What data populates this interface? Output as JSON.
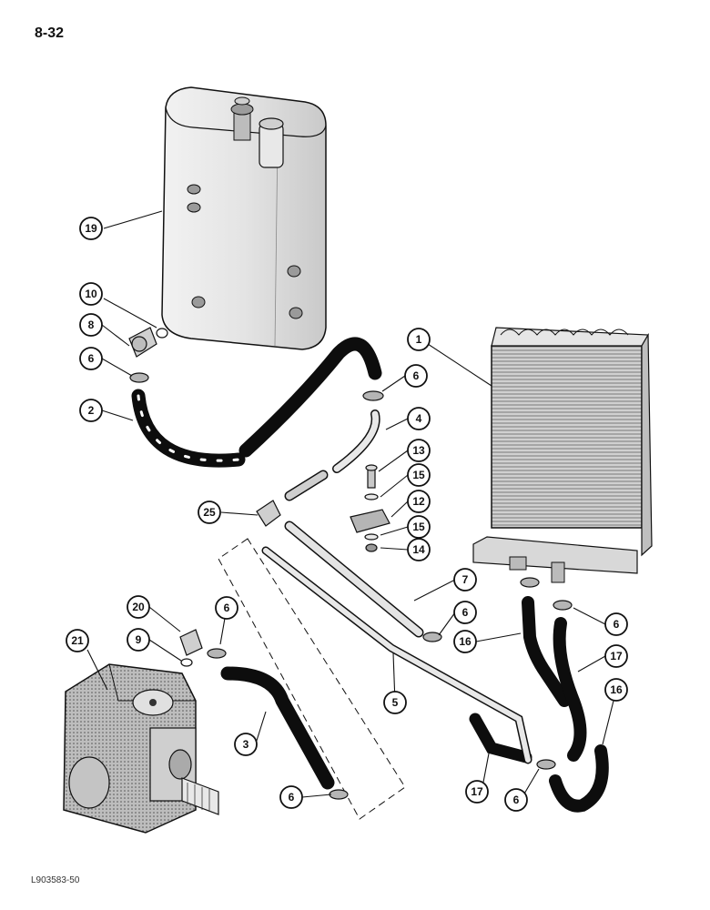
{
  "page": {
    "number": "8-32",
    "code": "L903583-50"
  },
  "callouts": [
    {
      "id": "c19",
      "label": "19"
    },
    {
      "id": "c10",
      "label": "10"
    },
    {
      "id": "c8",
      "label": "8"
    },
    {
      "id": "c6a",
      "label": "6"
    },
    {
      "id": "c2",
      "label": "2"
    },
    {
      "id": "c1",
      "label": "1"
    },
    {
      "id": "c6b",
      "label": "6"
    },
    {
      "id": "c4",
      "label": "4"
    },
    {
      "id": "c13",
      "label": "13"
    },
    {
      "id": "c15a",
      "label": "15"
    },
    {
      "id": "c12",
      "label": "12"
    },
    {
      "id": "c15b",
      "label": "15"
    },
    {
      "id": "c14",
      "label": "14"
    },
    {
      "id": "c25",
      "label": "25"
    },
    {
      "id": "c7",
      "label": "7"
    },
    {
      "id": "c6c",
      "label": "6"
    },
    {
      "id": "c6d",
      "label": "6"
    },
    {
      "id": "c16a",
      "label": "16"
    },
    {
      "id": "c17a",
      "label": "17"
    },
    {
      "id": "c20",
      "label": "20"
    },
    {
      "id": "c6e",
      "label": "6"
    },
    {
      "id": "c9",
      "label": "9"
    },
    {
      "id": "c21",
      "label": "21"
    },
    {
      "id": "c5",
      "label": "5"
    },
    {
      "id": "c3",
      "label": "3"
    },
    {
      "id": "c16b",
      "label": "16"
    },
    {
      "id": "c17b",
      "label": "17"
    },
    {
      "id": "c6f",
      "label": "6"
    },
    {
      "id": "c6g",
      "label": "6"
    }
  ],
  "colors": {
    "line": "#111111",
    "hose": "#0d0d0d",
    "metal_light": "#d9d9d9",
    "metal_mid": "#a8a8a8",
    "metal_dark": "#6b6b6b",
    "paper": "#ffffff"
  }
}
